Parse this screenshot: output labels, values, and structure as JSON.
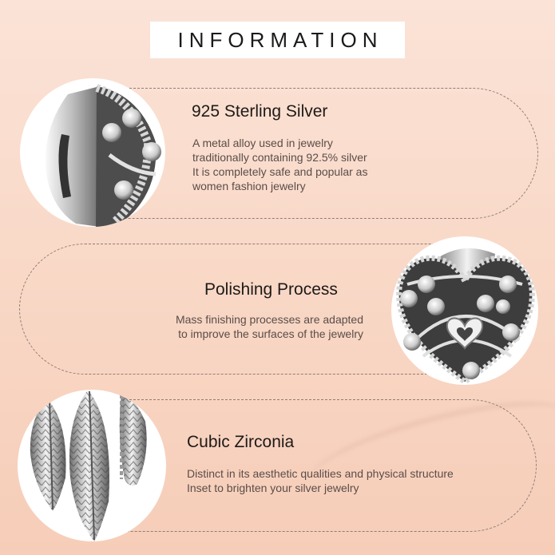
{
  "header": {
    "title": "INFORMATION"
  },
  "sections": [
    {
      "heading": "925 Sterling Silver",
      "lines": [
        "A metal alloy used in jewelry",
        "traditionally containing 92.5% silver",
        "It is completely safe and popular as",
        "women fashion jewelry"
      ],
      "image": "silver-heart-charm-side-view",
      "image_side": "left"
    },
    {
      "heading": "Polishing Process",
      "lines": [
        "Mass finishing processes are adapted",
        "to improve the surfaces of the jewelry"
      ],
      "image": "silver-heart-filigree-charm-front-view",
      "image_side": "right"
    },
    {
      "heading": "Cubic Zirconia",
      "lines": [
        "Distinct in its aesthetic qualities and physical structure",
        "Inset to brighten your silver jewelry"
      ],
      "image": "silver-feather-charms",
      "image_side": "left"
    }
  ],
  "colors": {
    "background_top": "#fbe3d7",
    "background_bottom": "#f6cdb8",
    "title_box": "#ffffff",
    "heading_text": "#1e1a18",
    "body_text": "#5a4d48",
    "dashed_border": "#8f7d75"
  }
}
